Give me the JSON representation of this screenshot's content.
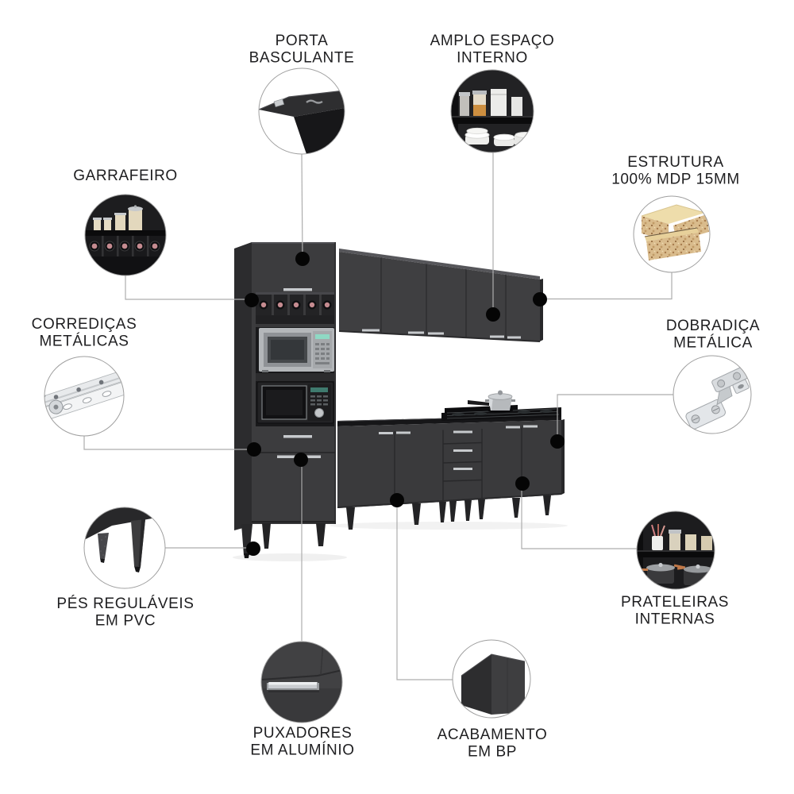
{
  "page": {
    "type": "product-feature-infographic",
    "product": "modular-kitchen-cabinet-set",
    "background_color": "#ffffff",
    "text_color": "#1e1e20",
    "connector_line_color": "#adadad",
    "callout_dot_color": "#050505"
  },
  "palette": {
    "cabinet_front": "#3c3c3e",
    "cabinet_side": "#2c2c2e",
    "recess_interior": "#1a1a1c",
    "countertop_black": "#141416",
    "handle_silver": "#c7cacd",
    "microwave_silver": "#b4b7ba",
    "bottle_cap_pink": "#c58b90",
    "wood_veneer": "#eeddab",
    "chipboard": "#d9bb8c"
  },
  "features": [
    {
      "id": "porta-basculante",
      "label": "PORTA\nBASCULANTE",
      "image": "flip-door-top-corner"
    },
    {
      "id": "amplo-espaco-interno",
      "label": "AMPLO ESPAÇO\nINTERNO",
      "image": "open-shelves-with-jars-and-dishes"
    },
    {
      "id": "garrafeiro",
      "label": "GARRAFEIRO",
      "image": "bottle-rack-with-canisters"
    },
    {
      "id": "estrutura-mdp",
      "label": "ESTRUTURA\n100% MDP 15MM",
      "image": "mdp-board-sample"
    },
    {
      "id": "corredicas-metalicas",
      "label": "CORREDIÇAS\nMETÁLICAS",
      "image": "metal-drawer-slide"
    },
    {
      "id": "dobradica-metalica",
      "label": "DOBRADIÇA\nMETÁLICA",
      "image": "metal-hinge"
    },
    {
      "id": "pes-regulaveis",
      "label": "PÉS REGULÁVEIS\nEM PVC",
      "image": "adjustable-pvc-feet"
    },
    {
      "id": "prateleiras-internas",
      "label": "PRATELEIRAS\nINTERNAS",
      "image": "internal-shelf-with-pots"
    },
    {
      "id": "puxadores-aluminio",
      "label": "PUXADORES\nEM ALUMÍNIO",
      "image": "aluminum-handle-closeup"
    },
    {
      "id": "acabamento-bp",
      "label": "ACABAMENTO\nEM BP",
      "image": "bp-finish-panel-corner"
    }
  ]
}
